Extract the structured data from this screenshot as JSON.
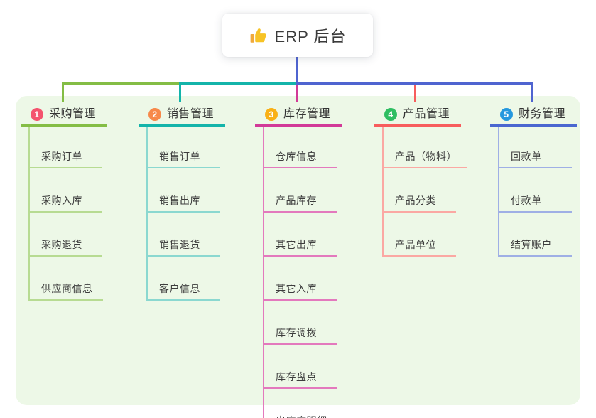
{
  "root": {
    "title": "ERP 后台",
    "icon": "thumbs-up-icon",
    "icon_color": "#f7c325"
  },
  "colors": {
    "connector_blue": "#4f64d0",
    "panel_background": "#edf8e7",
    "card_background": "#ffffff",
    "root_text": "#3a3a3a",
    "sub_text": "#3d3d3d"
  },
  "branches": [
    {
      "badge": "1",
      "label": "采购管理",
      "badge_color": "#f4536e",
      "line_color": "#84bd45",
      "sub_line_color": "#b7db92",
      "children": [
        "采购订单",
        "采购入库",
        "采购退货",
        "供应商信息"
      ]
    },
    {
      "badge": "2",
      "label": "销售管理",
      "badge_color": "#f7894a",
      "line_color": "#14b4aa",
      "sub_line_color": "#8bd8d0",
      "children": [
        "销售订单",
        "销售出库",
        "销售退货",
        "客户信息"
      ]
    },
    {
      "badge": "3",
      "label": "库存管理",
      "badge_color": "#f9b016",
      "line_color": "#d23a98",
      "sub_line_color": "#e379bd",
      "children": [
        "仓库信息",
        "产品库存",
        "其它出库",
        "其它入库",
        "库存调拨",
        "库存盘点",
        "出库库明细"
      ]
    },
    {
      "badge": "4",
      "label": "产品管理",
      "badge_color": "#2fbe62",
      "line_color": "#f75d5d",
      "sub_line_color": "#fba8a3",
      "children": [
        "产品（物料）",
        "产品分类",
        "产品单位"
      ]
    },
    {
      "badge": "5",
      "label": "财务管理",
      "badge_color": "#2598de",
      "line_color": "#4a67d0",
      "sub_line_color": "#9fafe5",
      "children": [
        "回款单",
        "付款单",
        "结算账户"
      ]
    }
  ]
}
